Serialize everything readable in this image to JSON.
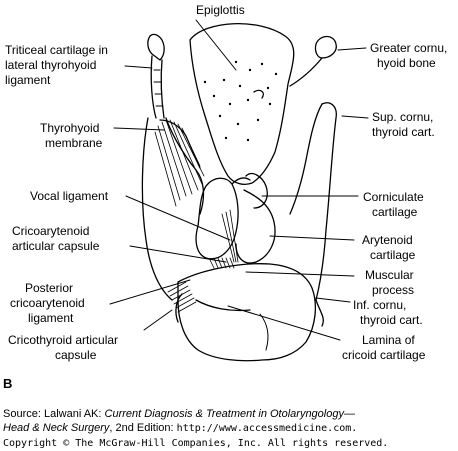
{
  "figure": {
    "panel_letter": "B",
    "labels": {
      "epiglottis": "Epiglottis",
      "triticeal_1": "Triticeal cartilage in",
      "triticeal_2": "lateral thyrohyoid",
      "triticeal_3": "ligament",
      "greater_cornu_1": "Greater cornu,",
      "greater_cornu_2": "hyoid bone",
      "sup_cornu_1": "Sup. cornu,",
      "sup_cornu_2": "thyroid cart.",
      "thyrohyoid_1": "Thyrohyoid",
      "thyrohyoid_2": "membrane",
      "corniculate_1": "Corniculate",
      "corniculate_2": "cartilage",
      "vocal_ligament": "Vocal ligament",
      "cricoarytenoid_1": "Cricoarytenoid",
      "cricoarytenoid_2": "articular capsule",
      "arytenoid_1": "Arytenoid",
      "arytenoid_2": "cartilage",
      "muscular_1": "Muscular",
      "muscular_2": "process",
      "inf_cornu_1": "Inf. cornu,",
      "inf_cornu_2": "thyroid cart.",
      "posterior_1": "Posterior",
      "posterior_2": "cricoarytenoid",
      "posterior_3": "ligament",
      "lamina_1": "Lamina of",
      "lamina_2": "cricoid cartilage",
      "cricothyroid_1": "Cricothyroid articular",
      "cricothyroid_2": "capsule"
    }
  },
  "source": {
    "prefix": "Source: Lalwani AK: ",
    "book_title_1": "Current Diagnosis & Treatment in Otolaryngology—",
    "book_title_2": "Head & Neck Surgery",
    "edition": ", 2nd Edition: ",
    "url": "http://www.accessmedicine.com.",
    "copyright": "Copyright © The McGraw-Hill Companies, Inc. All rights reserved."
  }
}
